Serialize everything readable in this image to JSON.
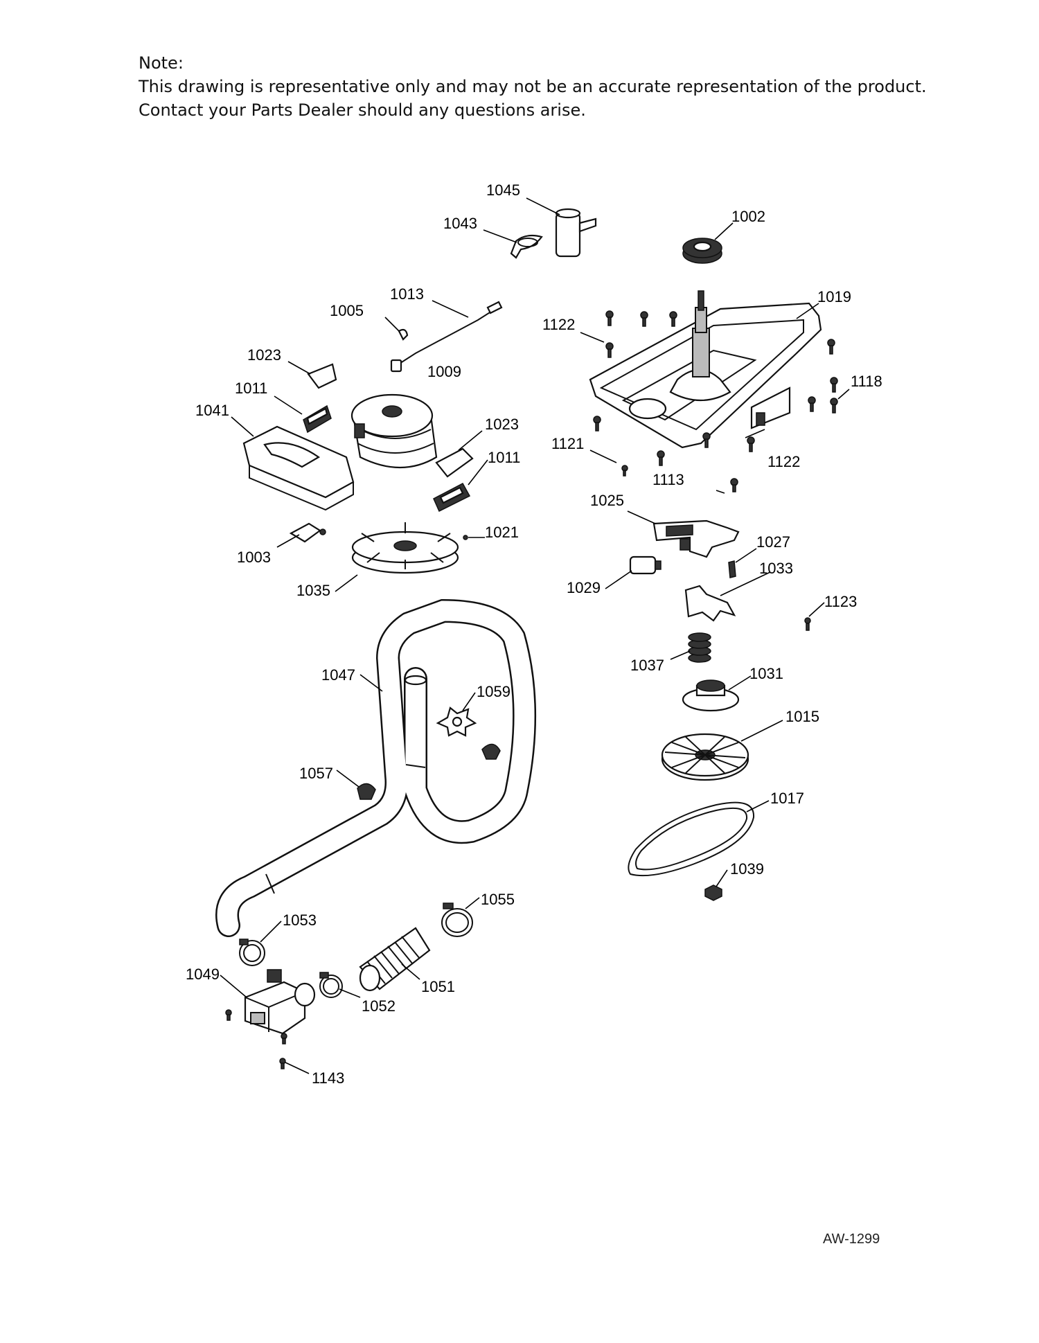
{
  "note": {
    "heading": "Note:",
    "line1": "This drawing is representative only and may not be an accurate representation of the product.",
    "line2": "Contact your Parts Dealer should any questions arise."
  },
  "document_id": "AW-1299",
  "part_labels": {
    "p1045": "1045",
    "p1043": "1043",
    "p1002": "1002",
    "p1013": "1013",
    "p1005": "1005",
    "p1019": "1019",
    "p1122a": "1122",
    "p1122b": "1122",
    "p1118": "1118",
    "p1023a": "1023",
    "p1023b": "1023",
    "p1009": "1009",
    "p1011a": "1011",
    "p1011b": "1011",
    "p1041": "1041",
    "p1121": "1121",
    "p1113": "1113",
    "p1025": "1025",
    "p1027": "1027",
    "p1033": "1033",
    "p1029": "1029",
    "p1123": "1123",
    "p1003": "1003",
    "p1021": "1021",
    "p1035": "1035",
    "p1037": "1037",
    "p1031": "1031",
    "p1047": "1047",
    "p1059": "1059",
    "p1015": "1015",
    "p1057": "1057",
    "p1017": "1017",
    "p1039": "1039",
    "p1055": "1055",
    "p1053": "1053",
    "p1049": "1049",
    "p1051": "1051",
    "p1052": "1052",
    "p1143": "1143"
  }
}
